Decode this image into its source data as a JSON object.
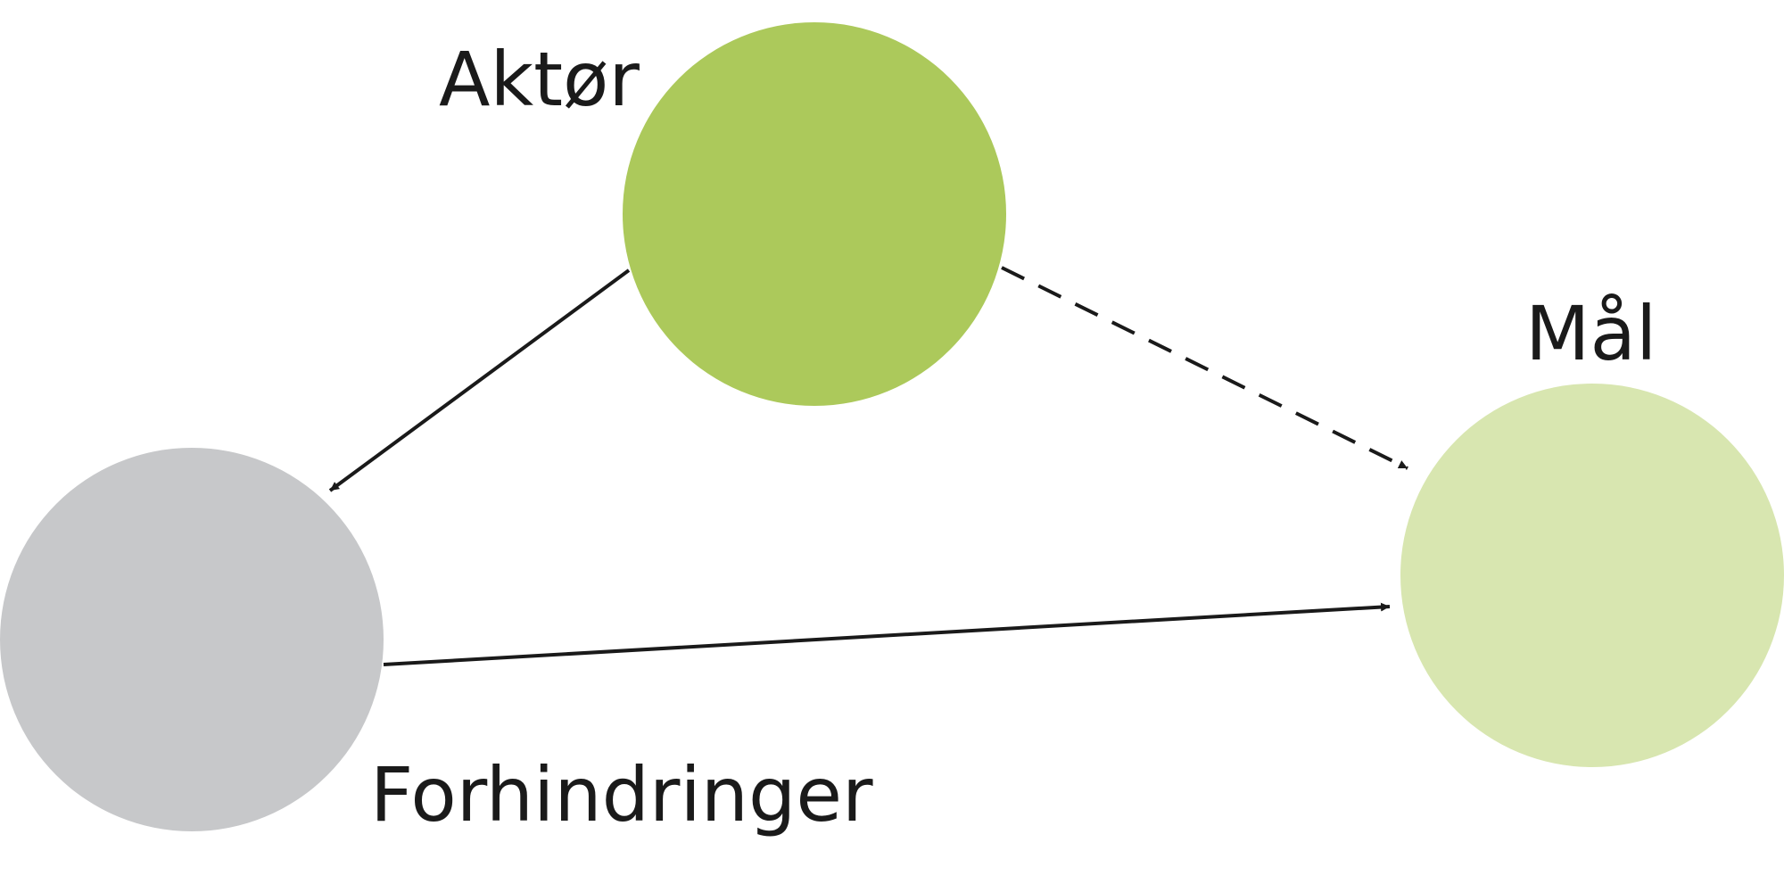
{
  "nodes": {
    "actor": {
      "label": "Aktør",
      "color": "#acc95b"
    },
    "goal": {
      "label": "Mål",
      "color": "#d8e6b0"
    },
    "obstacles": {
      "label": "Forhindringer",
      "color": "#c7c8ca"
    }
  },
  "edges": [
    {
      "from": "actor",
      "to": "obstacles",
      "style": "solid"
    },
    {
      "from": "actor",
      "to": "goal",
      "style": "dashed"
    },
    {
      "from": "obstacles",
      "to": "goal",
      "style": "solid"
    }
  ],
  "colors": {
    "arrow": "#1a1a1a",
    "background": "#ffffff"
  }
}
